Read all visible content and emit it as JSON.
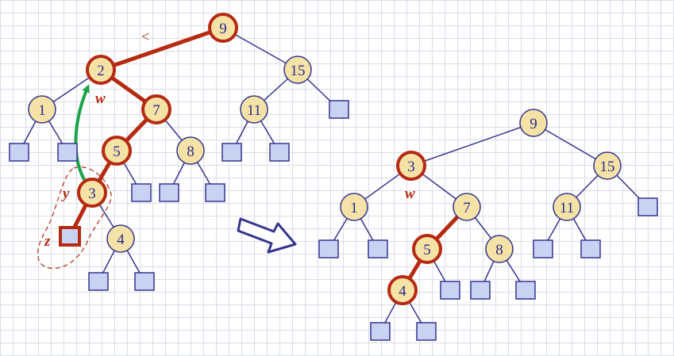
{
  "colors": {
    "edge": "#35358f",
    "highlight": "#b52a10",
    "node_fill": "#f5e2a6",
    "leaf_fill": "#c8d3f4",
    "arrow_green": "#1aa34a",
    "label": "#2b2b8c"
  },
  "before": {
    "nodes": {
      "n9": "9",
      "n2": "2",
      "n15": "15",
      "n1": "1",
      "n7": "7",
      "n11": "11",
      "n5": "5",
      "n8": "8",
      "n3": "3",
      "n4": "4"
    },
    "annotations": {
      "less_than": "<",
      "w": "w",
      "y": "y",
      "z": "z"
    }
  },
  "after": {
    "nodes": {
      "n9": "9",
      "n3": "3",
      "n15": "15",
      "n1": "1",
      "n7": "7",
      "n11": "11",
      "n5": "5",
      "n8": "8",
      "n4": "4"
    },
    "annotations": {
      "w": "w"
    }
  }
}
